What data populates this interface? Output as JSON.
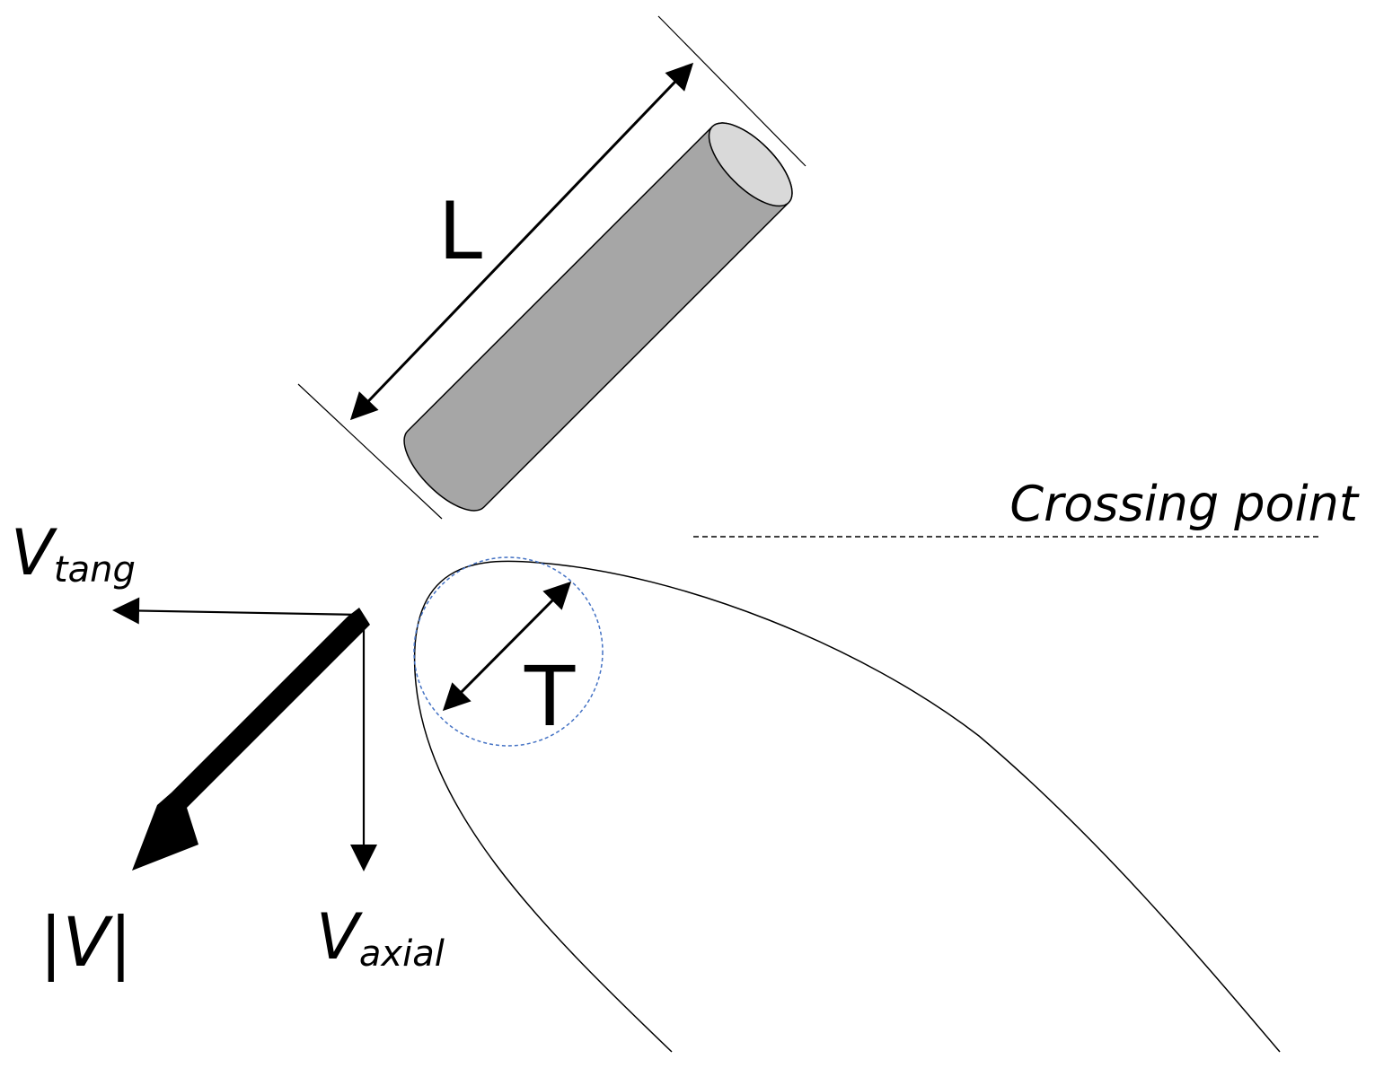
{
  "labels": {
    "length_symbol": "L",
    "thickness_symbol": "T",
    "crossing_point": "Crossing point",
    "velocity_magnitude": "|V|",
    "v_tang_main": "V",
    "v_tang_sub": "tang",
    "v_axial_main": "V",
    "v_axial_sub": "axial"
  },
  "colors": {
    "cylinder_body": "#a6a6a6",
    "cylinder_cap": "#d9d9d9",
    "outline": "#000000",
    "circle_dashed": "#4472c4"
  }
}
